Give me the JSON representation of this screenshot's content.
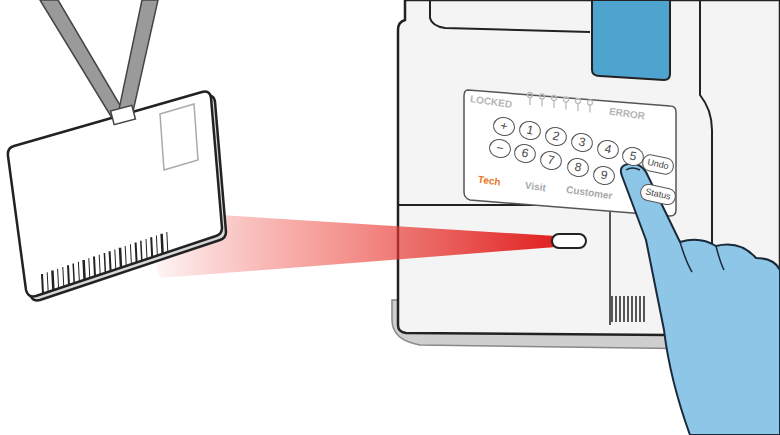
{
  "diagram": {
    "nodes": [
      {
        "text": [
          "LOCKED",
          "ERROR",
          "Tech",
          "Visit",
          "Customer"
        ]
      },
      {
        "text": [
          "+"
        ],
        "in": 0
      },
      {
        "text": [
          "1"
        ],
        "in": 0
      },
      {
        "text": [
          "2"
        ],
        "in": 0
      },
      {
        "text": [
          "3"
        ],
        "in": 0
      },
      {
        "text": [
          "4"
        ],
        "in": 0
      },
      {
        "text": [
          "5"
        ],
        "in": 0
      },
      {
        "text": [
          "Undo"
        ],
        "in": 0
      },
      {
        "text": [
          "−"
        ],
        "in": 0
      },
      {
        "text": [
          "6"
        ],
        "in": 0
      },
      {
        "text": [
          "7"
        ],
        "in": 0
      },
      {
        "text": [
          "8"
        ],
        "in": 0
      },
      {
        "text": [
          "9"
        ],
        "in": 0
      },
      {
        "text": [
          "Status"
        ],
        "in": 0
      }
    ]
  }
}
